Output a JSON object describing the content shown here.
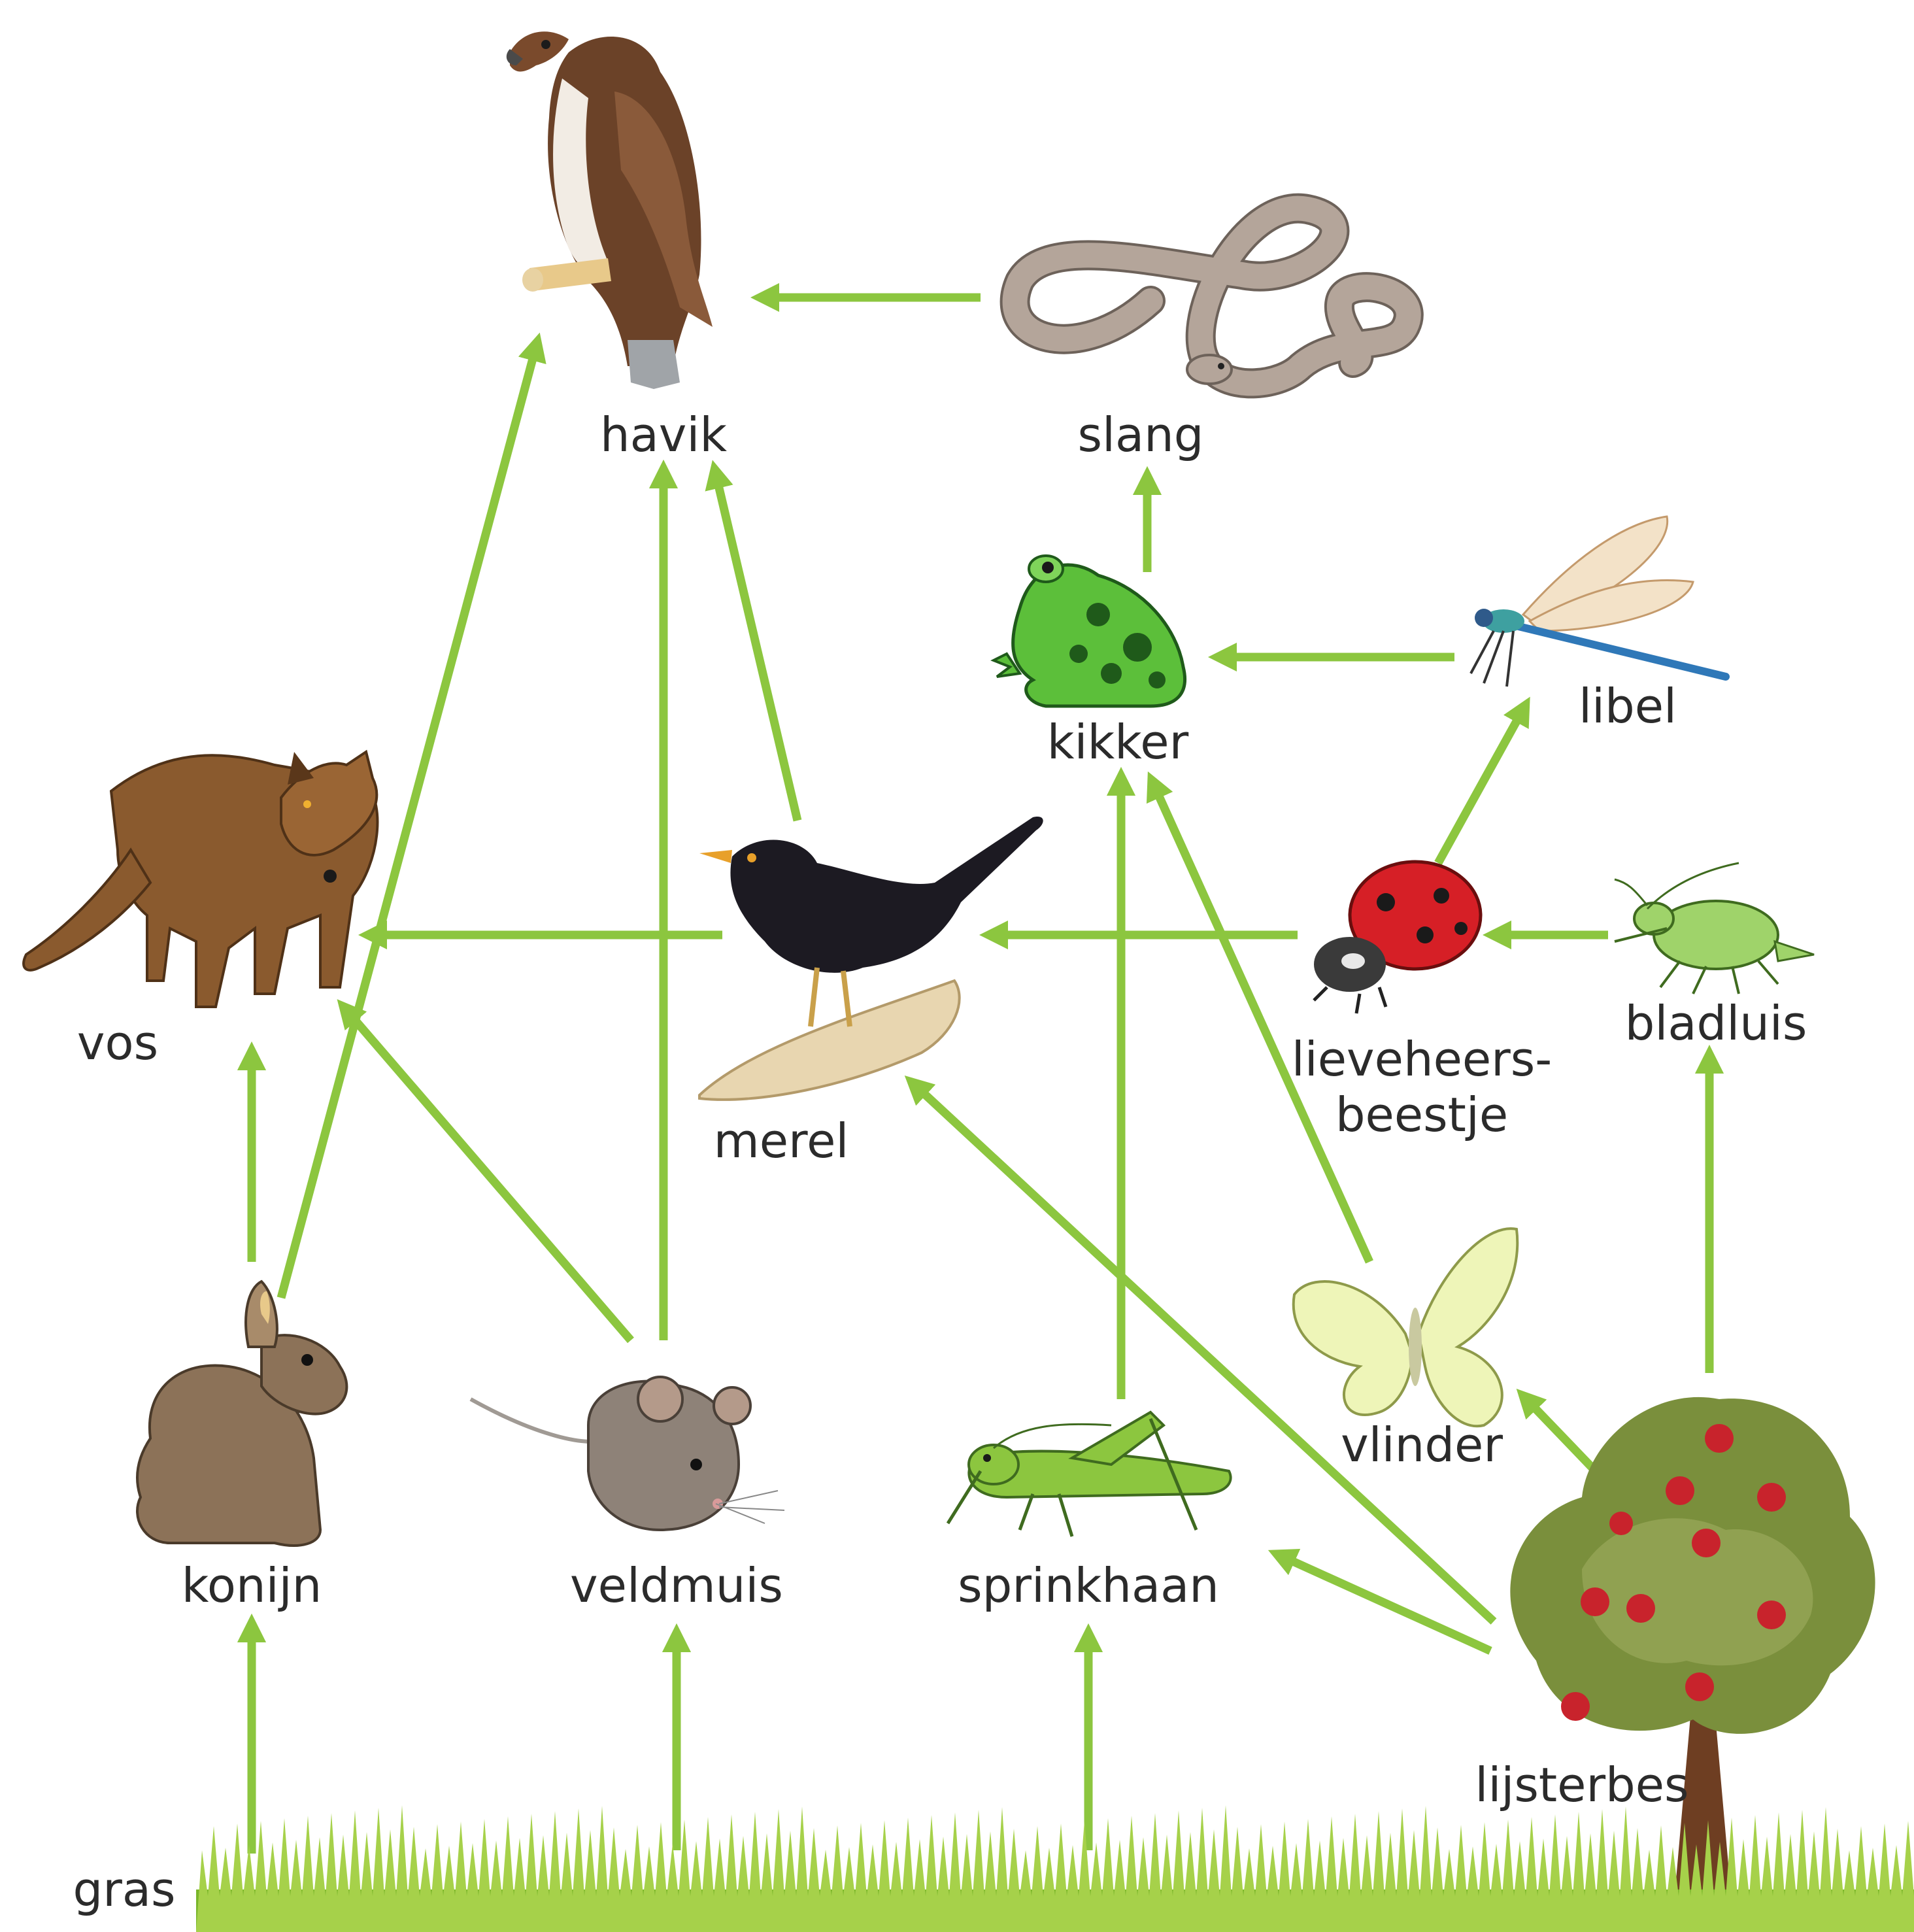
{
  "colors": {
    "arrow": "#8cc63f",
    "grass_light": "#c8e36a",
    "grass_dark": "#79b52a",
    "fur_brown": "#8a5a2e",
    "rabbit": "#8c7258",
    "mouse": "#8e8278",
    "hawk": "#6b4228",
    "snake": "#b4a59a",
    "frog": "#5cbf3a",
    "blackbird": "#1c1a22",
    "ladybug": "#d61f26",
    "aphid": "#9fd36a",
    "butterfly": "#eef5b8",
    "dragonfly_body": "#2f78b8",
    "grasshopper": "#8cc63f",
    "tree_foliage": "#7a8f3c",
    "berries": "#c8232c",
    "trunk": "#6e3e22"
  },
  "labels": {
    "havik": "havik",
    "slang": "slang",
    "kikker": "kikker",
    "libel": "libel",
    "vos": "vos",
    "merel": "merel",
    "lieveheers_1": "lieveheers-",
    "lieveheers_2": "beestje",
    "bladluis": "bladluis",
    "konijn": "konijn",
    "veldmuis": "veldmuis",
    "sprinkhaan": "sprinkhaan",
    "vlinder": "vlinder",
    "lijsterbes": "lijsterbes",
    "gras": "gras"
  },
  "organisms": [
    {
      "id": "havik",
      "icon": "hawk-icon"
    },
    {
      "id": "slang",
      "icon": "snake-icon"
    },
    {
      "id": "kikker",
      "icon": "frog-icon"
    },
    {
      "id": "libel",
      "icon": "dragonfly-icon"
    },
    {
      "id": "vos",
      "icon": "fox-icon"
    },
    {
      "id": "merel",
      "icon": "blackbird-icon"
    },
    {
      "id": "lieveheersbeestje",
      "icon": "ladybug-icon"
    },
    {
      "id": "bladluis",
      "icon": "aphid-icon"
    },
    {
      "id": "konijn",
      "icon": "rabbit-icon"
    },
    {
      "id": "veldmuis",
      "icon": "mouse-icon"
    },
    {
      "id": "sprinkhaan",
      "icon": "grasshopper-icon"
    },
    {
      "id": "vlinder",
      "icon": "butterfly-icon"
    },
    {
      "id": "lijsterbes",
      "icon": "rowan-tree-icon"
    },
    {
      "id": "gras",
      "icon": "grass-icon"
    }
  ],
  "links": [
    {
      "from": "slang",
      "to": "havik"
    },
    {
      "from": "konijn",
      "to": "havik"
    },
    {
      "from": "veldmuis",
      "to": "havik"
    },
    {
      "from": "merel",
      "to": "havik"
    },
    {
      "from": "kikker",
      "to": "slang"
    },
    {
      "from": "libel",
      "to": "kikker"
    },
    {
      "from": "sprinkhaan",
      "to": "kikker"
    },
    {
      "from": "vlinder",
      "to": "kikker"
    },
    {
      "from": "lieveheersbeestje",
      "to": "libel"
    },
    {
      "from": "merel",
      "to": "vos"
    },
    {
      "from": "konijn",
      "to": "vos"
    },
    {
      "from": "veldmuis",
      "to": "vos"
    },
    {
      "from": "lieveheersbeestje",
      "to": "merel"
    },
    {
      "from": "lijsterbes",
      "to": "merel"
    },
    {
      "from": "bladluis",
      "to": "lieveheersbeestje"
    },
    {
      "from": "lijsterbes",
      "to": "bladluis"
    },
    {
      "from": "lijsterbes",
      "to": "vlinder"
    },
    {
      "from": "lijsterbes",
      "to": "sprinkhaan"
    },
    {
      "from": "gras",
      "to": "konijn"
    },
    {
      "from": "gras",
      "to": "veldmuis"
    },
    {
      "from": "gras",
      "to": "sprinkhaan"
    }
  ]
}
